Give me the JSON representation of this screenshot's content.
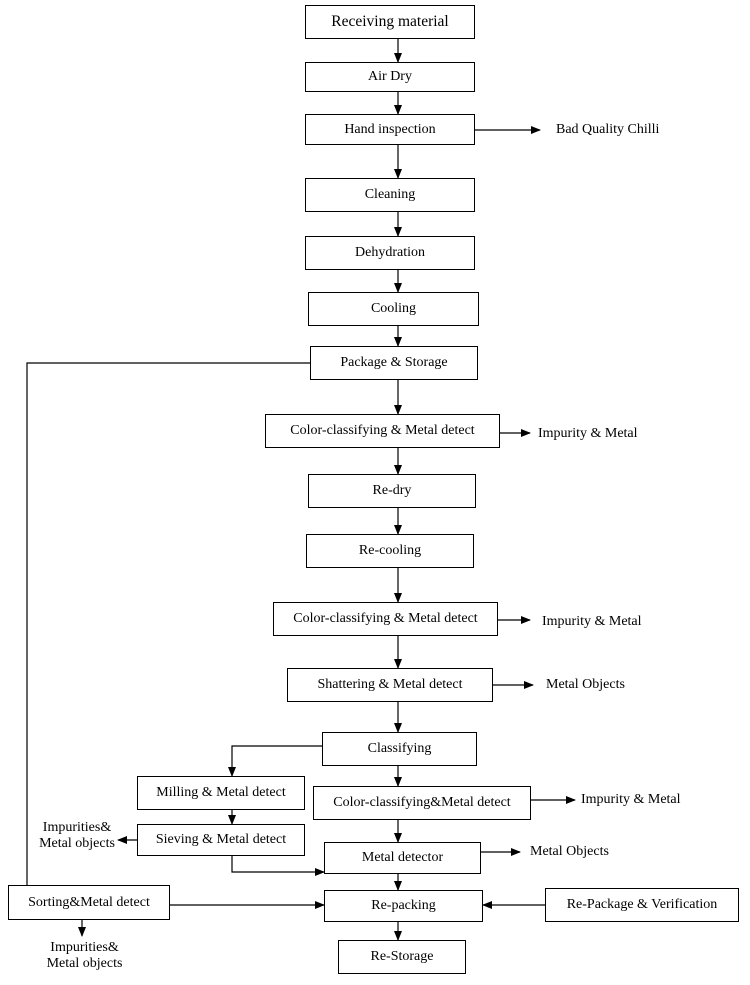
{
  "flowchart": {
    "steps": {
      "receiving": "Receiving material",
      "air_dry": "Air Dry",
      "hand_inspection": "Hand inspection",
      "cleaning": "Cleaning",
      "dehydration": "Dehydration",
      "cooling": "Cooling",
      "package_storage": "Package & Storage",
      "color_metal_1": "Color-classifying & Metal detect",
      "re_dry": "Re-dry",
      "re_cooling": "Re-cooling",
      "color_metal_2": "Color-classifying & Metal detect",
      "shattering": "Shattering & Metal detect",
      "classifying": "Classifying",
      "milling": "Milling & Metal detect",
      "sieving": "Sieving & Metal detect",
      "color_metal_3": "Color-classifying&Metal detect",
      "metal_detector": "Metal detector",
      "sorting": "Sorting&Metal detect",
      "re_packing": "Re-packing",
      "re_package_verification": "Re-Package & Verification",
      "re_storage": "Re-Storage"
    },
    "outputs": {
      "bad_quality": "Bad Quality Chilli",
      "impurity_metal_1": "Impurity & Metal",
      "impurity_metal_2": "Impurity & Metal",
      "metal_objects_1": "Metal Objects",
      "impurity_metal_3": "Impurity & Metal",
      "metal_objects_2": "Metal Objects",
      "impurities_sieving_line1": "Impurities&",
      "impurities_sieving_line2": "Metal objects",
      "impurities_sorting_line1": "Impurities&",
      "impurities_sorting_line2": "Metal objects"
    }
  }
}
